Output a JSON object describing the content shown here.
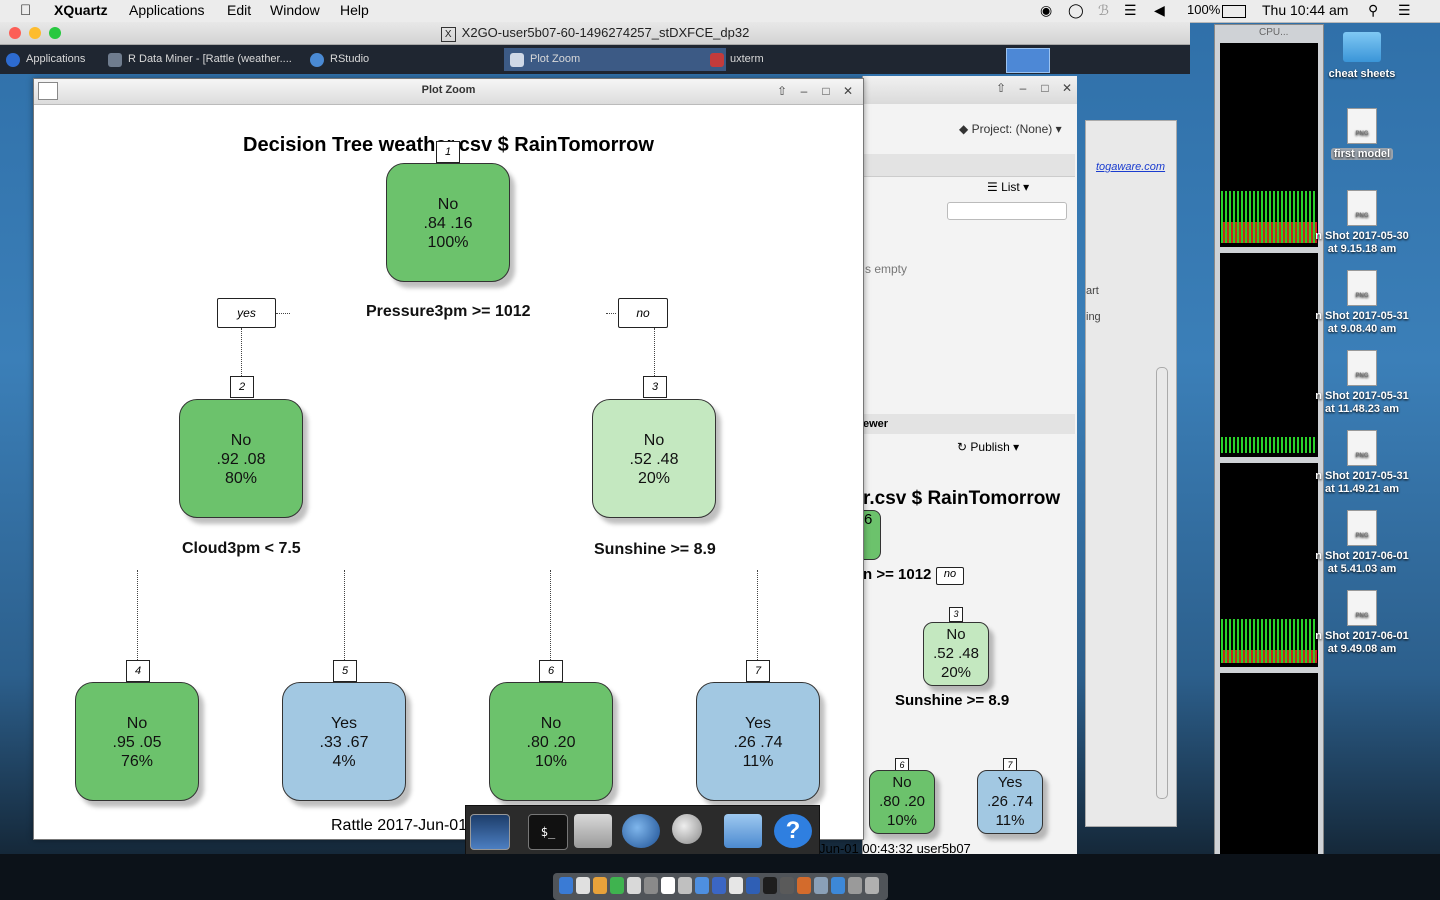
{
  "menubar": {
    "app": "XQuartz",
    "items": [
      "Applications",
      "Edit",
      "Window",
      "Help"
    ],
    "battery": "100%",
    "clock": "Thu 10:44 am"
  },
  "x2go": {
    "title": "X2GO-user5b07-60-1496274257_stDXFCE_dp32"
  },
  "panel": {
    "tasks": [
      "Applications",
      "R Data Miner - [Rattle (weather....",
      "RStudio",
      "Plot Zoom",
      "uxterm"
    ]
  },
  "plotzoom": {
    "title": "Plot Zoom",
    "footer": "Rattle 2017-Jun-01",
    "chart_data": {
      "type": "decision-tree",
      "title": "Decision Tree weather.csv $ RainTomorrow",
      "nodes": [
        {
          "id": "1",
          "class": "No",
          "probs": ".84  .16",
          "pct": "100%"
        },
        {
          "id": "2",
          "class": "No",
          "probs": ".92  .08",
          "pct": "80%"
        },
        {
          "id": "3",
          "class": "No",
          "probs": ".52  .48",
          "pct": "20%"
        },
        {
          "id": "4",
          "class": "No",
          "probs": ".95  .05",
          "pct": "76%"
        },
        {
          "id": "5",
          "class": "Yes",
          "probs": ".33  .67",
          "pct": "4%"
        },
        {
          "id": "6",
          "class": "No",
          "probs": ".80  .20",
          "pct": "10%"
        },
        {
          "id": "7",
          "class": "Yes",
          "probs": ".26  .74",
          "pct": "11%"
        }
      ],
      "splits": [
        "Pressure3pm >= 1012",
        "Cloud3pm < 7.5",
        "Sunshine >= 8.9"
      ],
      "branch_labels": [
        "yes",
        "no"
      ]
    }
  },
  "rstudio": {
    "project": "Project: (None)",
    "list_label": "List",
    "env_empty": "s empty",
    "viewer_label": "ewer",
    "publish": "Publish",
    "link": "togaware.com",
    "side1": "art",
    "side2": "ing",
    "preview_title": "r.csv $ RainTomorrow",
    "preview_split": "n >= 1012",
    "preview_no": "no",
    "preview_node3": {
      "id": "3",
      "class": "No",
      "probs": ".52  .48",
      "pct": "20%"
    },
    "preview_split2": "Sunshine >= 8.9",
    "preview_node6": {
      "id": "6",
      "class": "No",
      "probs": ".80  .20",
      "pct": "10%"
    },
    "preview_node7": {
      "id": "7",
      "class": "Yes",
      "probs": ".26  .74",
      "pct": "11%"
    },
    "preview_partial": "6",
    "preview_footer": "Jun-01 00:43:32 user5b07"
  },
  "desktop": {
    "cpu_title": "CPU...",
    "items": [
      "cheat sheets",
      "first model",
      "n Shot 2017-05-30 at 9.15.18 am",
      "n Shot 2017-05-31 at 9.08.40 am",
      "n Shot 2017-05-31 at 11.48.23 am",
      "n Shot 2017-05-31 at 11.49.21 am",
      "n Shot 2017-06-01 at 5.41.03 am",
      "n Shot 2017-06-01 at 9.49.08 am"
    ]
  }
}
